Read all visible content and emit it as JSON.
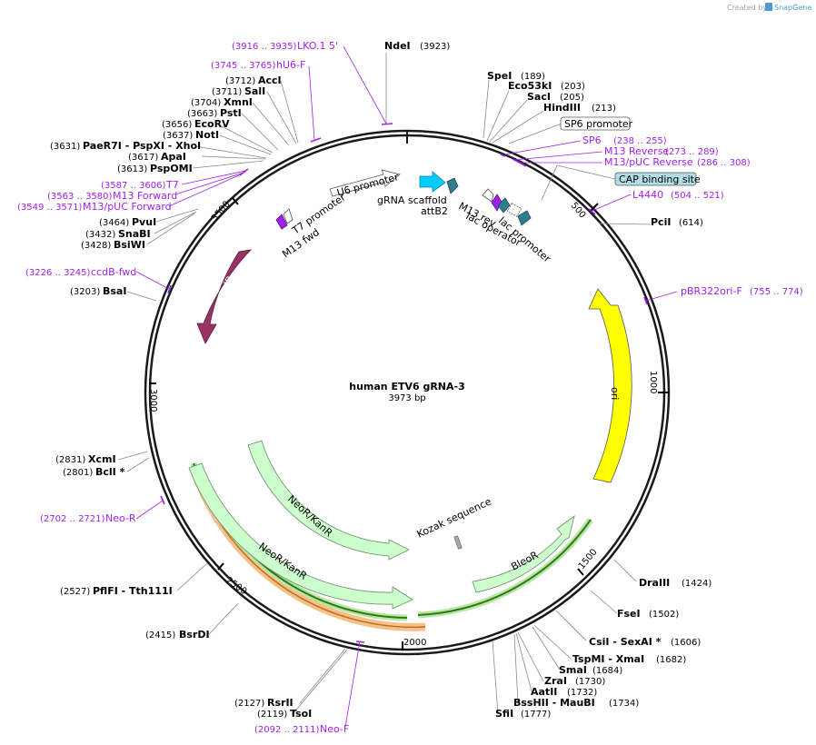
{
  "credit": {
    "text": "Created by",
    "brand": "SnapGene"
  },
  "map": {
    "name": "human ETV6 gRNA-3",
    "length_label": "3973 bp",
    "ticks": [
      "500",
      "1000",
      "1500",
      "2000",
      "2500",
      "3000",
      "3500"
    ]
  },
  "enzymes": [
    {
      "name": "NdeI",
      "pos": "(3923)"
    },
    {
      "name": "SpeI",
      "pos": "(189)"
    },
    {
      "name": "Eco53kI",
      "pos": "(203)"
    },
    {
      "name": "SacI",
      "pos": "(205)"
    },
    {
      "name": "HindIII",
      "pos": "(213)"
    },
    {
      "name": "PciI",
      "pos": "(614)"
    },
    {
      "name": "DraIII",
      "pos": "(1424)"
    },
    {
      "name": "FseI",
      "pos": "(1502)"
    },
    {
      "name": "CsiI - SexAI *",
      "pos": "(1606)"
    },
    {
      "name": "TspMI - XmaI",
      "pos": "(1682)"
    },
    {
      "name": "SmaI",
      "pos": "(1684)"
    },
    {
      "name": "ZraI",
      "pos": "(1730)"
    },
    {
      "name": "AatII",
      "pos": "(1732)"
    },
    {
      "name": "BssHII - MauBI",
      "pos": "(1734)"
    },
    {
      "name": "SfiI",
      "pos": "(1777)"
    },
    {
      "name": "RsrII",
      "pos": "(2127)"
    },
    {
      "name": "TsoI",
      "pos": "(2119)"
    },
    {
      "name": "BsrDI",
      "pos": "(2415)"
    },
    {
      "name": "PflFI - Tth111I",
      "pos": "(2527)"
    },
    {
      "name": "BclI *",
      "pos": "(2801)"
    },
    {
      "name": "XcmI",
      "pos": "(2831)"
    },
    {
      "name": "BsaI",
      "pos": "(3203)"
    },
    {
      "name": "BsiWI",
      "pos": "(3428)"
    },
    {
      "name": "SnaBI",
      "pos": "(3432)"
    },
    {
      "name": "PvuI",
      "pos": "(3464)"
    },
    {
      "name": "PspOMI",
      "pos": "(3613)"
    },
    {
      "name": "ApaI",
      "pos": "(3617)"
    },
    {
      "name": "PaeR7I - PspXI - XhoI",
      "pos": "(3631)"
    },
    {
      "name": "NotI",
      "pos": "(3637)"
    },
    {
      "name": "EcoRV",
      "pos": "(3656)"
    },
    {
      "name": "PstI",
      "pos": "(3663)"
    },
    {
      "name": "XmnI",
      "pos": "(3704)"
    },
    {
      "name": "SalI",
      "pos": "(3711)"
    },
    {
      "name": "AccI",
      "pos": "(3712)"
    }
  ],
  "primers": [
    {
      "name": "LKO.1 5'",
      "range": "(3916 .. 3935)"
    },
    {
      "name": "hU6-F",
      "range": "(3745 .. 3765)"
    },
    {
      "name": "SP6",
      "range": "(238 .. 255)"
    },
    {
      "name": "M13 Reverse",
      "range": "(273 .. 289)"
    },
    {
      "name": "M13/pUC Reverse",
      "range": "(286 .. 308)"
    },
    {
      "name": "L4440",
      "range": "(504 .. 521)"
    },
    {
      "name": "pBR322ori-F",
      "range": "(755 .. 774)"
    },
    {
      "name": "Neo-F",
      "range": "(2092 .. 2111)"
    },
    {
      "name": "Neo-R",
      "range": "(2702 .. 2721)"
    },
    {
      "name": "ccdB-fwd",
      "range": "(3226 .. 3245)"
    },
    {
      "name": "M13/pUC Forward",
      "range": "(3549 .. 3571)"
    },
    {
      "name": "M13 Forward",
      "range": "(3563 .. 3580)"
    },
    {
      "name": "T7",
      "range": "(3587 .. 3606)"
    }
  ],
  "features": {
    "boxed": {
      "sp6": "SP6 promoter",
      "cap": "CAP binding site"
    },
    "u6": "U6 promoter",
    "grna": "gRNA scaffold",
    "attb2": "attB2",
    "m13rev": "M13 rev",
    "lacop": "lac operator",
    "lacprom": "lac promoter",
    "t7prom": "T7 promoter",
    "m13fwd": "M13 fwd",
    "ccdb": "ccdB",
    "ori": "ori",
    "kozak": "Kozak sequence",
    "bleor": "BleoR",
    "neor1": "NeoR/KanR",
    "neor2": "NeoR/KanR"
  },
  "colors": {
    "backbone": "#1a1a1a",
    "primer": "#a020f0",
    "ori": "#ffff00",
    "ccdb": "#993366",
    "resistance": "#ccffcc",
    "grna": "#00ccff",
    "attb2": "#2e7d8c",
    "cap_box": "#b3dde6",
    "orf_outline": "#2d8a2d",
    "promoter_orf": "#e69f3c"
  }
}
